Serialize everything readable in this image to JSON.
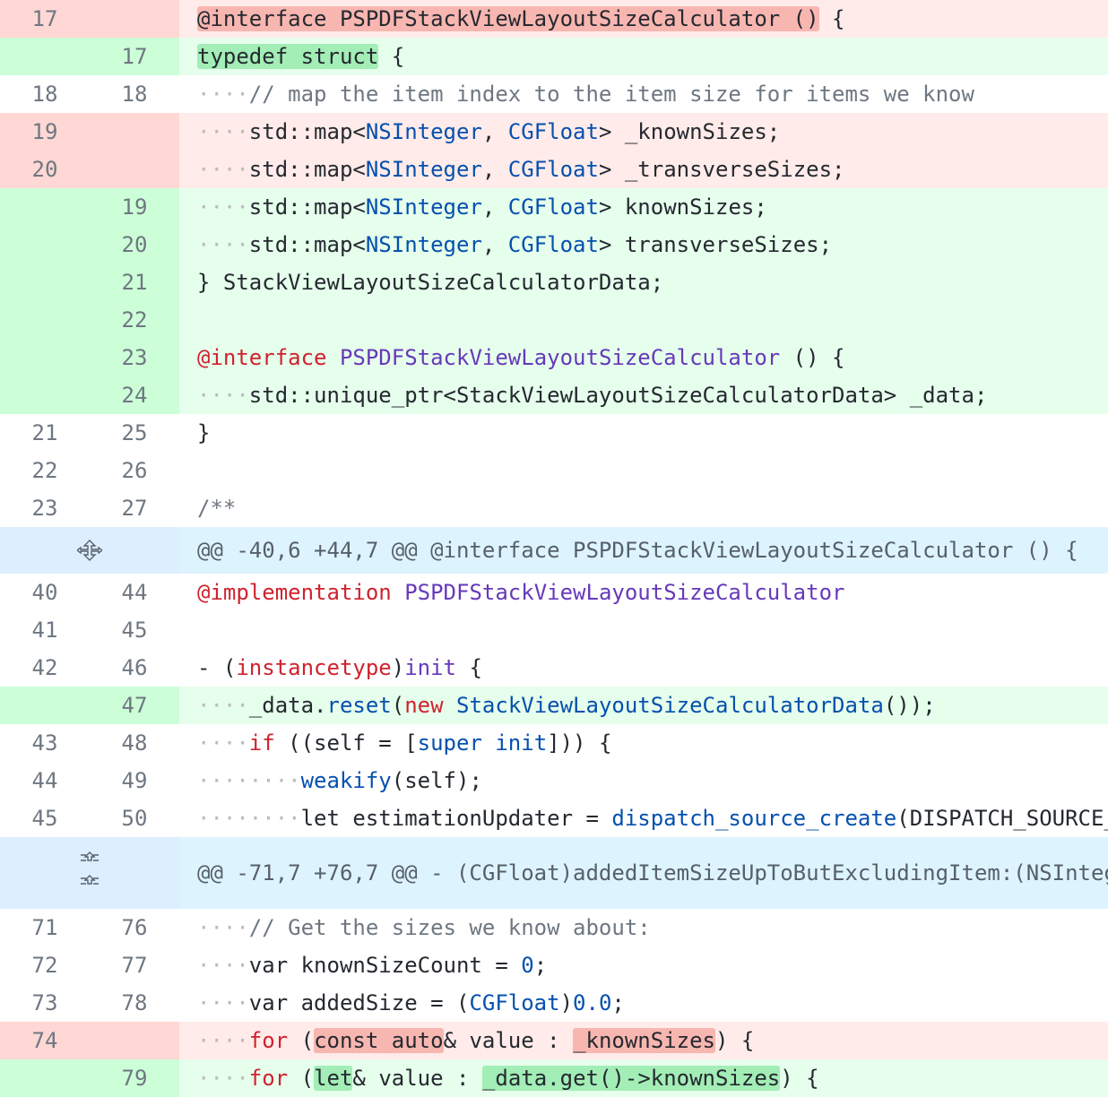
{
  "lines": [
    {
      "type": "del",
      "old": "17",
      "new": "",
      "segs": [
        [
          "hl-del",
          "@interface PSPDFStackViewLayoutSizeCalculator ()"
        ],
        [
          "",
          "",
          ""
        ],
        [
          "",
          ""
        ],
        [
          "",
          " {"
        ]
      ]
    },
    {
      "type": "add",
      "old": "",
      "new": "17",
      "segs": [
        [
          "hl-add",
          "typedef struct"
        ],
        [
          "",
          " {"
        ]
      ]
    },
    {
      "type": "ctx",
      "old": "18",
      "new": "18",
      "segs": [
        [
          "ws",
          "····"
        ],
        [
          "cm",
          "// map the item index to the item size for items we know"
        ]
      ]
    },
    {
      "type": "del",
      "old": "19",
      "new": "",
      "segs": [
        [
          "ws",
          "····"
        ],
        [
          "",
          "std::map<"
        ],
        [
          "ty",
          "NSInteger"
        ],
        [
          "",
          ", "
        ],
        [
          "ty",
          "CGFloat"
        ],
        [
          "",
          "> _knownSizes;"
        ]
      ]
    },
    {
      "type": "del",
      "old": "20",
      "new": "",
      "segs": [
        [
          "ws",
          "····"
        ],
        [
          "",
          "std::map<"
        ],
        [
          "ty",
          "NSInteger"
        ],
        [
          "",
          ", "
        ],
        [
          "ty",
          "CGFloat"
        ],
        [
          "",
          "> _transverseSizes;"
        ]
      ]
    },
    {
      "type": "add",
      "old": "",
      "new": "19",
      "segs": [
        [
          "ws",
          "····"
        ],
        [
          "",
          "std::map<"
        ],
        [
          "ty",
          "NSInteger"
        ],
        [
          "",
          ", "
        ],
        [
          "ty",
          "CGFloat"
        ],
        [
          "",
          "> knownSizes;"
        ]
      ]
    },
    {
      "type": "add",
      "old": "",
      "new": "20",
      "segs": [
        [
          "ws",
          "····"
        ],
        [
          "",
          "std::map<"
        ],
        [
          "ty",
          "NSInteger"
        ],
        [
          "",
          ", "
        ],
        [
          "ty",
          "CGFloat"
        ],
        [
          "",
          "> transverseSizes;"
        ]
      ]
    },
    {
      "type": "add",
      "old": "",
      "new": "21",
      "segs": [
        [
          "",
          "} StackViewLayoutSizeCalculatorData;"
        ]
      ]
    },
    {
      "type": "add",
      "old": "",
      "new": "22",
      "segs": []
    },
    {
      "type": "add",
      "old": "",
      "new": "23",
      "segs": [
        [
          "kw",
          "@interface"
        ],
        [
          "",
          " "
        ],
        [
          "fn",
          "PSPDFStackViewLayoutSizeCalculator"
        ],
        [
          "",
          " () {"
        ]
      ]
    },
    {
      "type": "add",
      "old": "",
      "new": "24",
      "segs": [
        [
          "ws",
          "····"
        ],
        [
          "",
          "std::unique_ptr<StackViewLayoutSizeCalculatorData> _data;"
        ]
      ]
    },
    {
      "type": "ctx",
      "old": "21",
      "new": "25",
      "segs": [
        [
          "",
          "}"
        ]
      ]
    },
    {
      "type": "ctx",
      "old": "22",
      "new": "26",
      "segs": []
    },
    {
      "type": "ctx",
      "old": "23",
      "new": "27",
      "segs": [
        [
          "cm",
          "/**"
        ]
      ]
    },
    {
      "type": "hunk",
      "icon": "expand-both-icon",
      "segs": [
        [
          "",
          "@@ -40,6 +44,7 @@ @interface PSPDFStackViewLayoutSizeCalculator () {"
        ]
      ]
    },
    {
      "type": "ctx",
      "old": "40",
      "new": "44",
      "segs": [
        [
          "kw",
          "@implementation"
        ],
        [
          "",
          " "
        ],
        [
          "fn",
          "PSPDFStackViewLayoutSizeCalculator"
        ]
      ]
    },
    {
      "type": "ctx",
      "old": "41",
      "new": "45",
      "segs": []
    },
    {
      "type": "ctx",
      "old": "42",
      "new": "46",
      "segs": [
        [
          "",
          "- ("
        ],
        [
          "kw",
          "instancetype"
        ],
        [
          "",
          ")"
        ],
        [
          "fn",
          "init"
        ],
        [
          "",
          " {"
        ]
      ]
    },
    {
      "type": "add",
      "old": "",
      "new": "47",
      "segs": [
        [
          "ws",
          "····"
        ],
        [
          "",
          "_data."
        ],
        [
          "ty",
          "reset"
        ],
        [
          "",
          "("
        ],
        [
          "kw",
          "new"
        ],
        [
          "",
          " "
        ],
        [
          "ty",
          "StackViewLayoutSizeCalculatorData"
        ],
        [
          "",
          "());"
        ]
      ]
    },
    {
      "type": "ctx",
      "old": "43",
      "new": "48",
      "segs": [
        [
          "ws",
          "····"
        ],
        [
          "kw",
          "if"
        ],
        [
          "",
          " ((self = ["
        ],
        [
          "ty",
          "super"
        ],
        [
          "",
          " "
        ],
        [
          "ty",
          "init"
        ],
        [
          "",
          "])) {"
        ]
      ]
    },
    {
      "type": "ctx",
      "old": "44",
      "new": "49",
      "segs": [
        [
          "ws",
          "········"
        ],
        [
          "ty",
          "weakify"
        ],
        [
          "",
          "(self);"
        ]
      ]
    },
    {
      "type": "ctx",
      "old": "45",
      "new": "50",
      "segs": [
        [
          "ws",
          "········"
        ],
        [
          "",
          "let estimationUpdater = "
        ],
        [
          "ty",
          "dispatch_source_create"
        ],
        [
          "",
          "(DISPATCH_SOURCE_"
        ]
      ]
    },
    {
      "type": "hunk",
      "icon": "expand-up-down-icon",
      "tall": true,
      "segs": [
        [
          "",
          "@@ -71,7 +76,7 @@ - (CGFloat)addedItemSizeUpToButExcludingItem:(NSInteg"
        ]
      ]
    },
    {
      "type": "ctx",
      "old": "71",
      "new": "76",
      "segs": [
        [
          "ws",
          "····"
        ],
        [
          "cm",
          "// Get the sizes we know about:"
        ]
      ]
    },
    {
      "type": "ctx",
      "old": "72",
      "new": "77",
      "segs": [
        [
          "ws",
          "····"
        ],
        [
          "",
          "var knownSizeCount = "
        ],
        [
          "num",
          "0"
        ],
        [
          "",
          ";"
        ]
      ]
    },
    {
      "type": "ctx",
      "old": "73",
      "new": "78",
      "segs": [
        [
          "ws",
          "····"
        ],
        [
          "",
          "var addedSize = ("
        ],
        [
          "ty",
          "CGFloat"
        ],
        [
          "",
          ")"
        ],
        [
          "num",
          "0.0"
        ],
        [
          "",
          ";"
        ]
      ]
    },
    {
      "type": "del",
      "old": "74",
      "new": "",
      "segs": [
        [
          "ws",
          "····"
        ],
        [
          "kw",
          "for"
        ],
        [
          "",
          " ("
        ],
        [
          "hl-del",
          "const auto"
        ],
        [
          "",
          "& value : "
        ],
        [
          "hl-del",
          "_knownSizes"
        ],
        [
          "",
          ") {"
        ]
      ]
    },
    {
      "type": "add",
      "old": "",
      "new": "79",
      "segs": [
        [
          "ws",
          "····"
        ],
        [
          "kw",
          "for"
        ],
        [
          "",
          " ("
        ],
        [
          "hl-add",
          "let"
        ],
        [
          "",
          "& value : "
        ],
        [
          "hl-add",
          "_data.get()->knownSizes"
        ],
        [
          "",
          ") {"
        ]
      ]
    }
  ]
}
